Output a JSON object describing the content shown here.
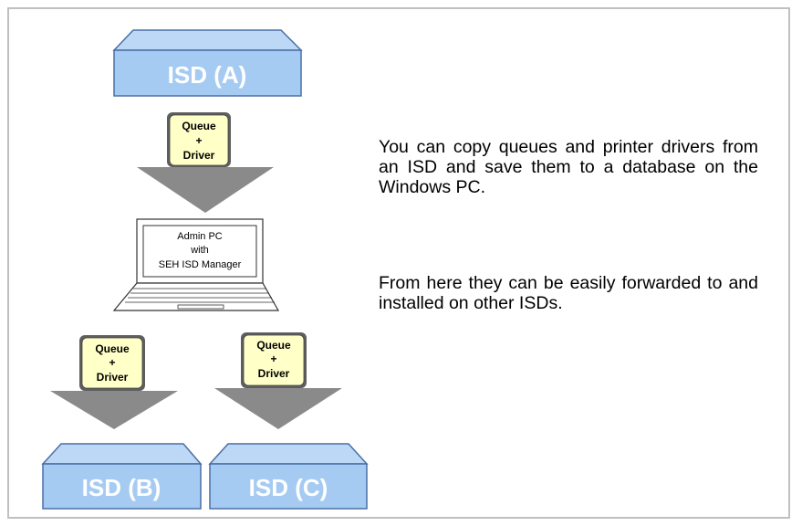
{
  "devices": {
    "isd_a": "ISD (A)",
    "isd_b": "ISD (B)",
    "isd_c": "ISD (C)"
  },
  "transfer": {
    "line1": "Queue",
    "line2": "+",
    "line3": "Driver"
  },
  "admin_pc": {
    "line1": "Admin PC",
    "line2": "with",
    "line3": "SEH ISD Manager"
  },
  "description": {
    "paragraph1": "You can copy queues and printer drivers from an ISD and save them to a database on the Windows PC.",
    "paragraph2": "From here they can be easily forwarded to and installed on other ISDs."
  },
  "colors": {
    "box_fill": "#a6cbf2",
    "box_top": "#bcd8f6",
    "box_stroke": "#4a6fa5",
    "arrow": "#8a8a8a",
    "note_fill": "#ffffc8"
  }
}
